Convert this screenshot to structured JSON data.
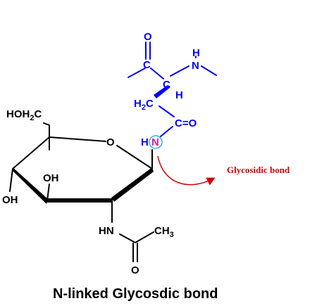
{
  "colors": {
    "sugar": "#000000",
    "amino_acid": "#0000ff",
    "highlight_atom": "#e0189a",
    "highlight_ring": "#33b5e5",
    "annotation": "#d40000"
  },
  "labels": {
    "hoh2c_main": "HOH",
    "hoh2c_sub": "2",
    "hoh2c_end": "C",
    "ring_oxygen": "O",
    "oh_ring": "OH",
    "oh_left": "OH",
    "nh_amide": "HN",
    "ch3_main": "CH",
    "ch3_sub": "3",
    "acetyl_o": "O",
    "link_h": "H",
    "link_n": "N",
    "carbonyl_c": "C",
    "carbonyl_eq": "=",
    "carbonyl_o": "O",
    "h2c_main": "H",
    "h2c_sub": "2",
    "h2c_end": "C",
    "alpha_c": "C",
    "alpha_h": "H",
    "top_o": "O",
    "top_c": "C",
    "nh_h": "H",
    "nh_n": "N"
  },
  "annotation": {
    "text": "Glycosidic bond"
  },
  "caption": {
    "text": "N-linked Glycosdic bond"
  }
}
